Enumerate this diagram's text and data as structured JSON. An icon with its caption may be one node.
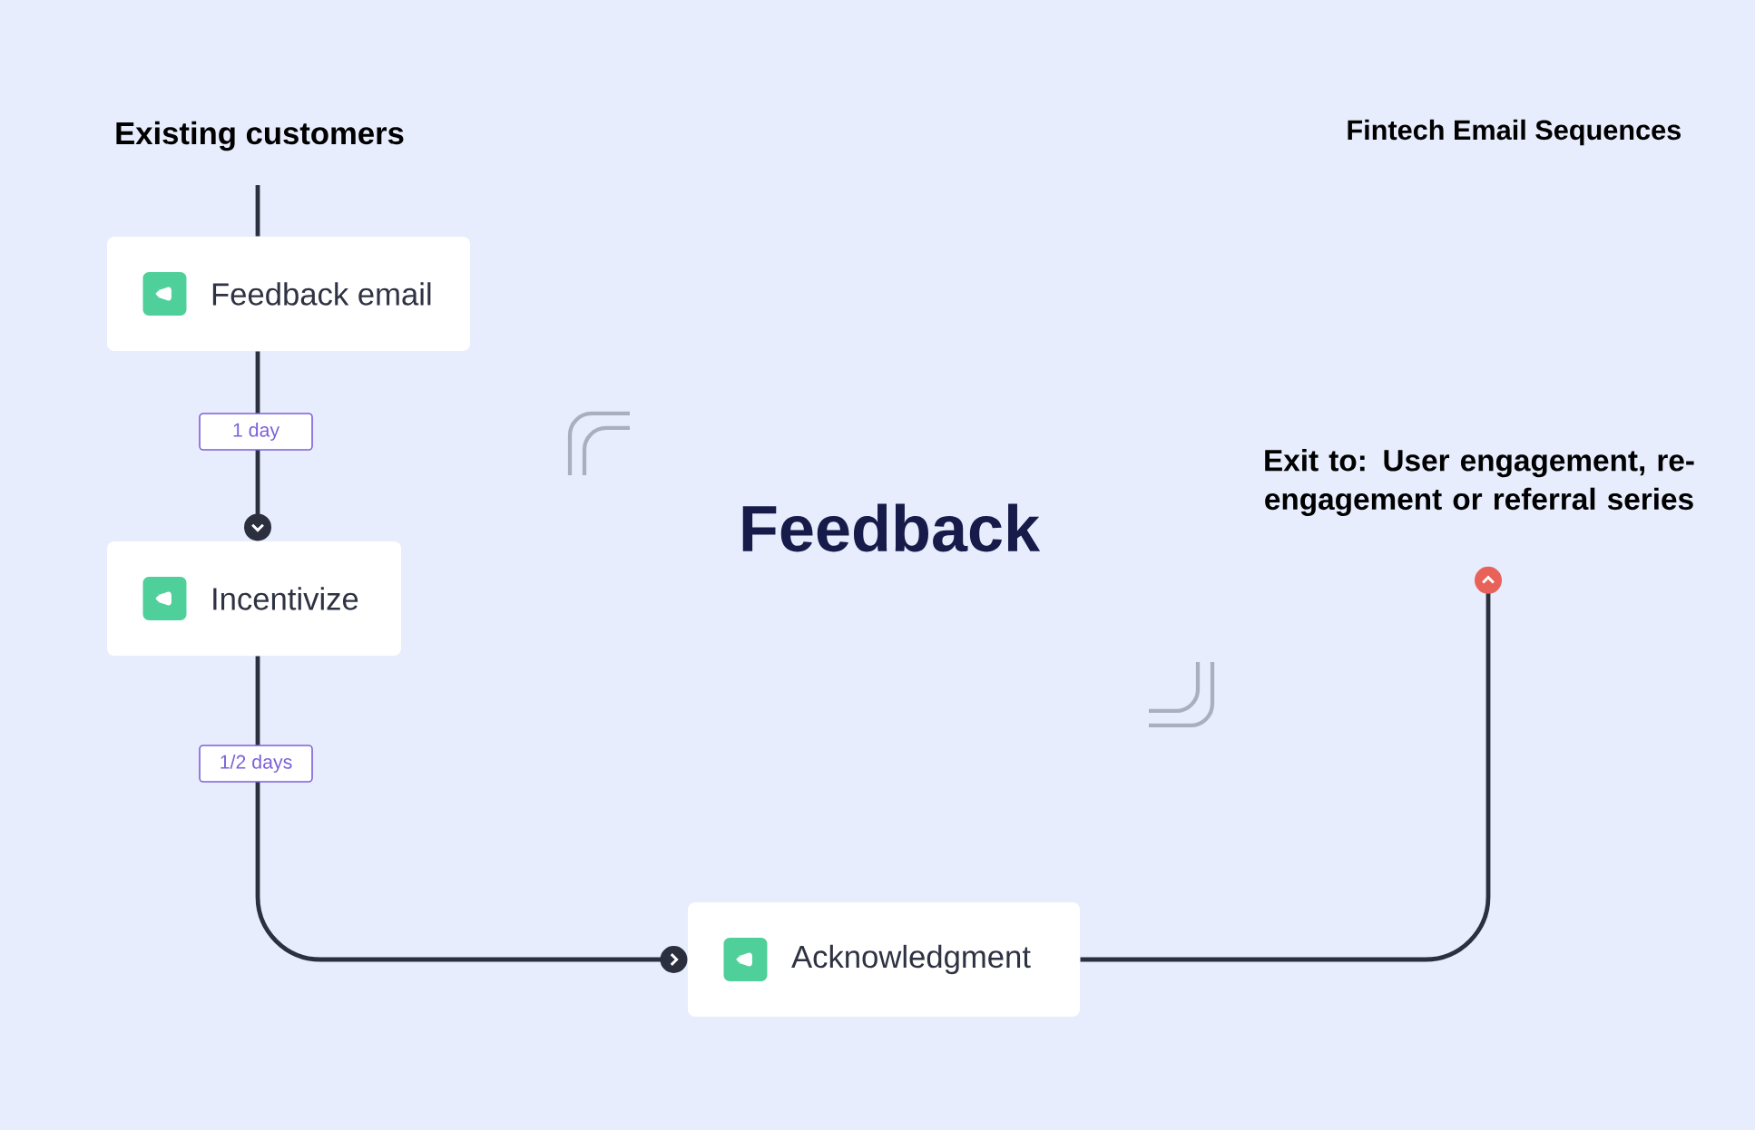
{
  "diagram": {
    "title": "Feedback",
    "nodes": [
      {
        "text": [
          "Existing customers"
        ]
      },
      {
        "text": [
          "Feedback email"
        ]
      },
      {
        "text": [
          "Incentivize"
        ]
      },
      {
        "text": [
          "Acknowledgment"
        ]
      },
      {
        "text": [
          "Exit to: User engagement, re-engagement or referral series"
        ]
      }
    ],
    "edges": [
      {
        "from": 0,
        "to": 1,
        "arrow": "none"
      },
      {
        "from": 1,
        "to": 2,
        "arrow": "other",
        "label": "1 day"
      },
      {
        "from": 2,
        "to": 3,
        "arrow": "other",
        "label": "1/2 days"
      },
      {
        "from": 3,
        "to": 4,
        "arrow": "other"
      }
    ],
    "labels": [
      "Fintech Email Sequences"
    ]
  }
}
